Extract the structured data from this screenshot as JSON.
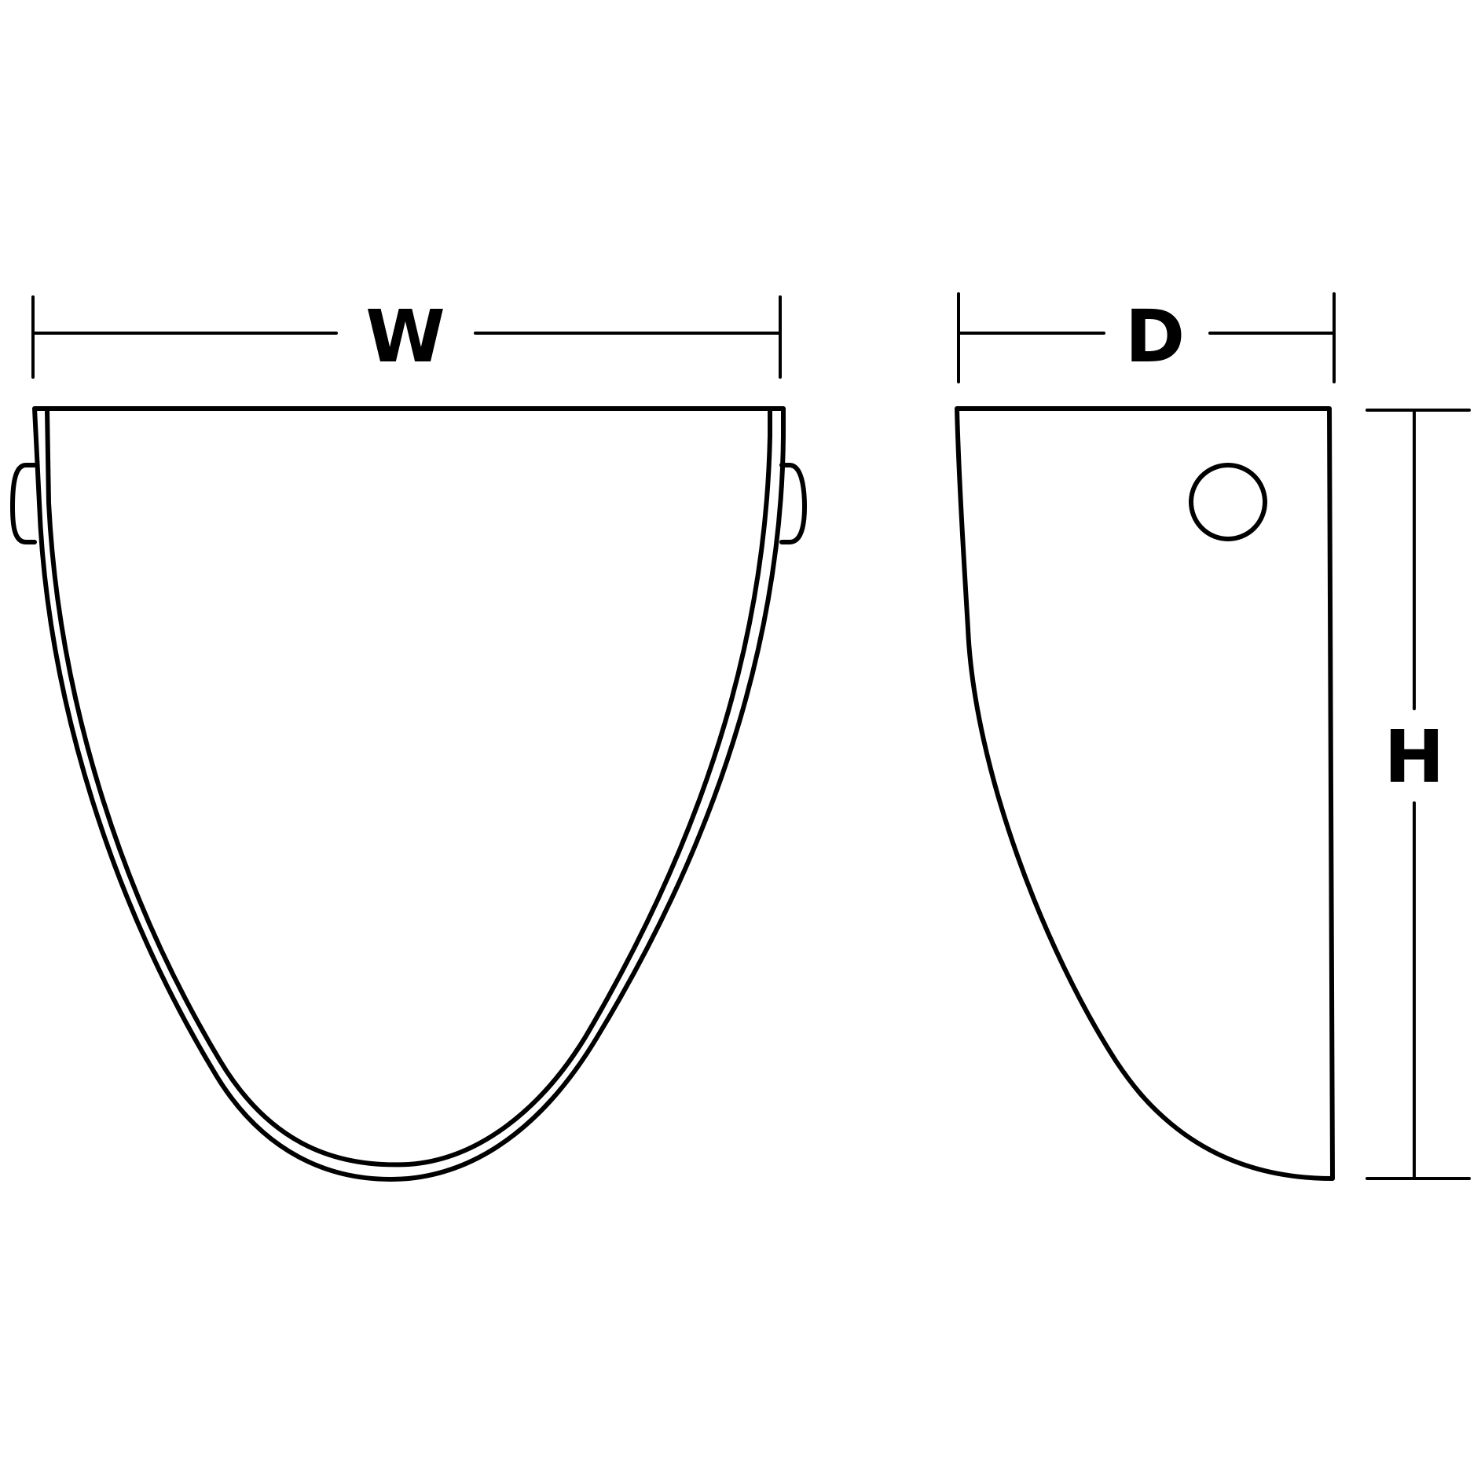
{
  "labels": {
    "width": "W",
    "depth": "D",
    "height": "H"
  },
  "colors": {
    "line": "#000000",
    "background": "#ffffff"
  }
}
